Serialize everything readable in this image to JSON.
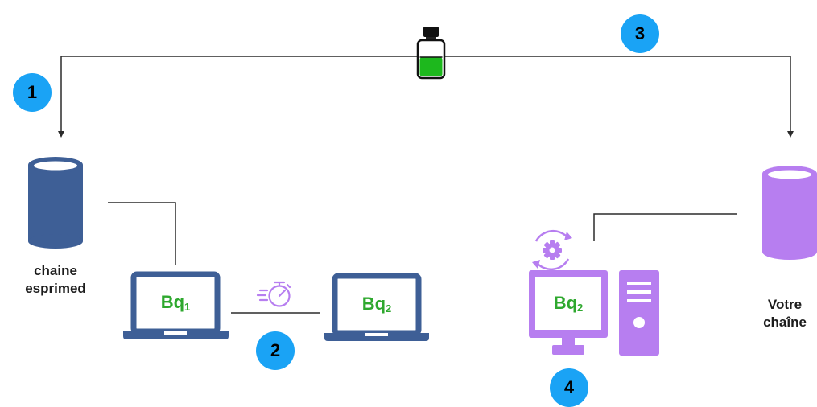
{
  "badges": {
    "step1": "1",
    "step2": "2",
    "step3": "3",
    "step4": "4"
  },
  "source_db": {
    "label_line1": "chaine",
    "label_line2": "esprimed"
  },
  "target_db": {
    "label_line1": "Votre",
    "label_line2": "chaîne"
  },
  "laptop1": {
    "base": "Bq",
    "sub": "1"
  },
  "laptop2": {
    "base": "Bq",
    "sub": "2"
  },
  "desktop": {
    "base": "Bq",
    "sub": "2"
  },
  "colors": {
    "source_blue": "#3e5f96",
    "target_purple": "#b77ef0",
    "badge_blue": "#1aa3f5",
    "bottle_green": "#1db81d",
    "text_green": "#2ea82e",
    "line": "#2b2b2b"
  },
  "icons": [
    "bottle-icon",
    "stopwatch-icon",
    "gear-sync-icon",
    "database-icon",
    "laptop-icon",
    "desktop-computer-icon"
  ]
}
